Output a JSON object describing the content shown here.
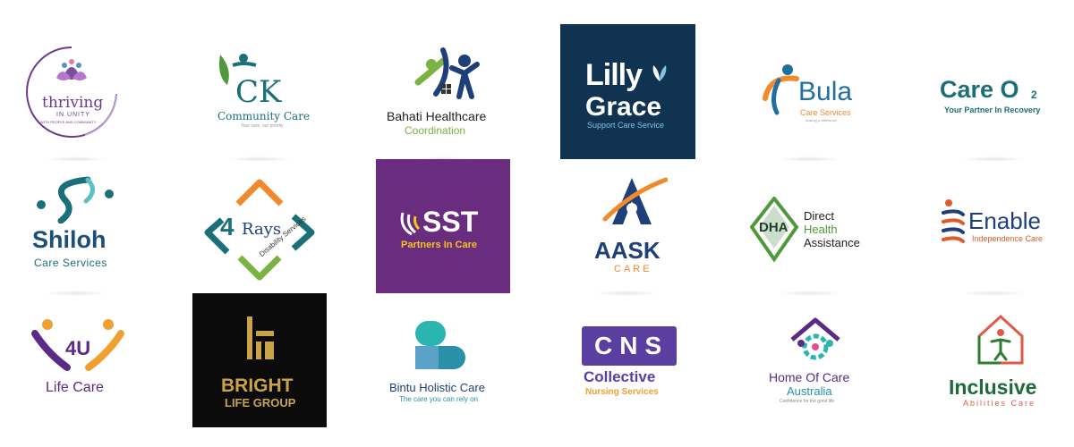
{
  "logos": {
    "thriving": {
      "line1": "thriving",
      "line2": "IN UNITY",
      "line3": "WITH PEOPLE AND COMMUNITY"
    },
    "ick": {
      "mark": "CK",
      "name": "Community Care",
      "tag": "Your care, our priority"
    },
    "bahati": {
      "name": "Bahati Healthcare",
      "sub": "Coordination"
    },
    "lilly": {
      "line1": "Lilly",
      "line2": "Grace",
      "tag": "Support Care Service"
    },
    "bula": {
      "name": "Bula",
      "sub": "Care Services",
      "tag": "making a difference"
    },
    "care02": {
      "name": "Care O",
      "sup": "2",
      "tag": "Your Partner In Recovery"
    },
    "shiloh": {
      "name": "Shiloh",
      "sub": "Care Services"
    },
    "4rays": {
      "num": "4",
      "name": "Rays",
      "tag": "Disability Services"
    },
    "sst": {
      "name": "SST",
      "tag": "Partners In Care"
    },
    "aask": {
      "name": "AASK",
      "sub": "CARE"
    },
    "dha": {
      "mark": "DHA",
      "line1": "Direct",
      "line2": "Health",
      "line3": "Assistance"
    },
    "enable": {
      "name": "Enable",
      "tag": "Independence Care"
    },
    "4u": {
      "mark": "4U",
      "name": "Life Care"
    },
    "bright": {
      "line1": "BRIGHT",
      "line2": "LIFE GROUP"
    },
    "bintu": {
      "name": "Bintu Holistic Care",
      "tag": "The care you can rely on"
    },
    "cns": {
      "mark": "CNS",
      "line1": "Collective",
      "line2": "Nursing Services"
    },
    "homeofcare": {
      "line1": "Home Of Care",
      "line2": "Australia",
      "tag": "Confidence for the good life"
    },
    "inclusive": {
      "name": "Inclusive",
      "tag": "Abilities Care"
    }
  },
  "colors": {
    "lilly_bg": "#0f3350",
    "sst_bg": "#6a2c7e",
    "bright_bg": "#0b0b0b",
    "teal": "#1b6f78",
    "orange": "#f08a2c",
    "purple": "#5b2a86",
    "green": "#7ab342"
  }
}
